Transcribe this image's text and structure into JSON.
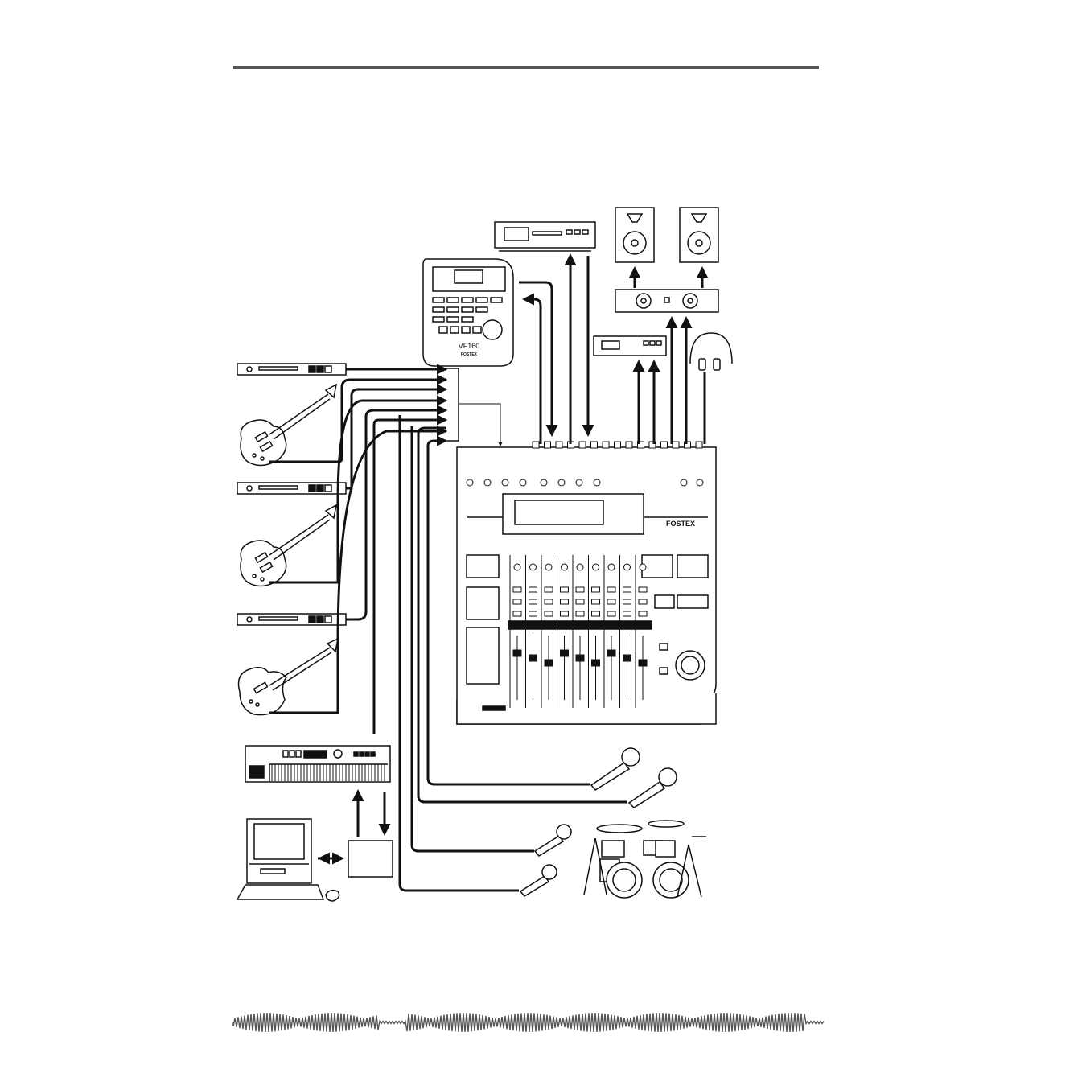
{
  "recorder": {
    "model": "VF160",
    "brand": "FOSTEX"
  },
  "mixer": {
    "brand": "FOSTEX"
  },
  "colors": {
    "ink": "#111111",
    "rule": "#555555",
    "waveform": "#555555",
    "paper": "#ffffff"
  },
  "devices": [
    {
      "id": "cd-player",
      "icon": "cd-player-icon"
    },
    {
      "id": "multitrack-recorder",
      "icon": "recorder-icon"
    },
    {
      "id": "speaker-left",
      "icon": "speaker-icon"
    },
    {
      "id": "speaker-right",
      "icon": "speaker-icon"
    },
    {
      "id": "power-amp",
      "icon": "amplifier-icon"
    },
    {
      "id": "mixdown-recorder",
      "icon": "dat-recorder-icon"
    },
    {
      "id": "headphones",
      "icon": "headphones-icon"
    },
    {
      "id": "effect-1",
      "icon": "rack-effect-icon"
    },
    {
      "id": "effect-2",
      "icon": "rack-effect-icon"
    },
    {
      "id": "effect-3",
      "icon": "rack-effect-icon"
    },
    {
      "id": "guitar-1",
      "icon": "electric-guitar-icon"
    },
    {
      "id": "guitar-2",
      "icon": "electric-guitar-icon"
    },
    {
      "id": "bass",
      "icon": "bass-guitar-icon"
    },
    {
      "id": "synthesizer",
      "icon": "keyboard-icon"
    },
    {
      "id": "computer",
      "icon": "computer-icon"
    },
    {
      "id": "midi-interface",
      "icon": "midi-interface-icon"
    },
    {
      "id": "vocal-mic-1",
      "icon": "microphone-icon"
    },
    {
      "id": "vocal-mic-2",
      "icon": "microphone-icon"
    },
    {
      "id": "drum-mic-1",
      "icon": "microphone-icon"
    },
    {
      "id": "drum-mic-2",
      "icon": "microphone-icon"
    },
    {
      "id": "drum-kit",
      "icon": "drum-kit-icon"
    },
    {
      "id": "digital-mixer",
      "icon": "mixer-icon"
    }
  ]
}
